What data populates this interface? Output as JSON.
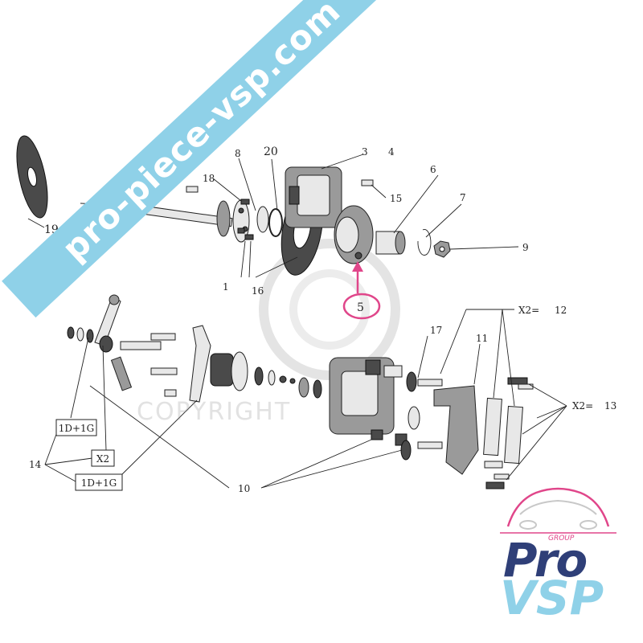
{
  "banner_text": "pro-piece-vsp.com",
  "watermark": "COPYRIGHT",
  "highlight_color": "#e0468a",
  "callouts": {
    "n1": "1",
    "n3": "3",
    "n4": "4",
    "n5": "5",
    "n6": "6",
    "n7": "7",
    "n8": "8",
    "n9": "9",
    "n10": "10",
    "n11": "11",
    "n12": "12",
    "n13": "13",
    "n14": "14",
    "n15": "15",
    "n16": "16",
    "n17": "17",
    "n18": "18",
    "n19": "19",
    "n20": "20"
  },
  "qty_x2_a": "X2=",
  "qty_x2_b": "X2=",
  "boxes": {
    "b1": "1D+1G",
    "b2": "X2",
    "b3": "1D+1G"
  },
  "logo": {
    "group": "GROUP",
    "pro": "Pro",
    "vsp": "VSP"
  }
}
